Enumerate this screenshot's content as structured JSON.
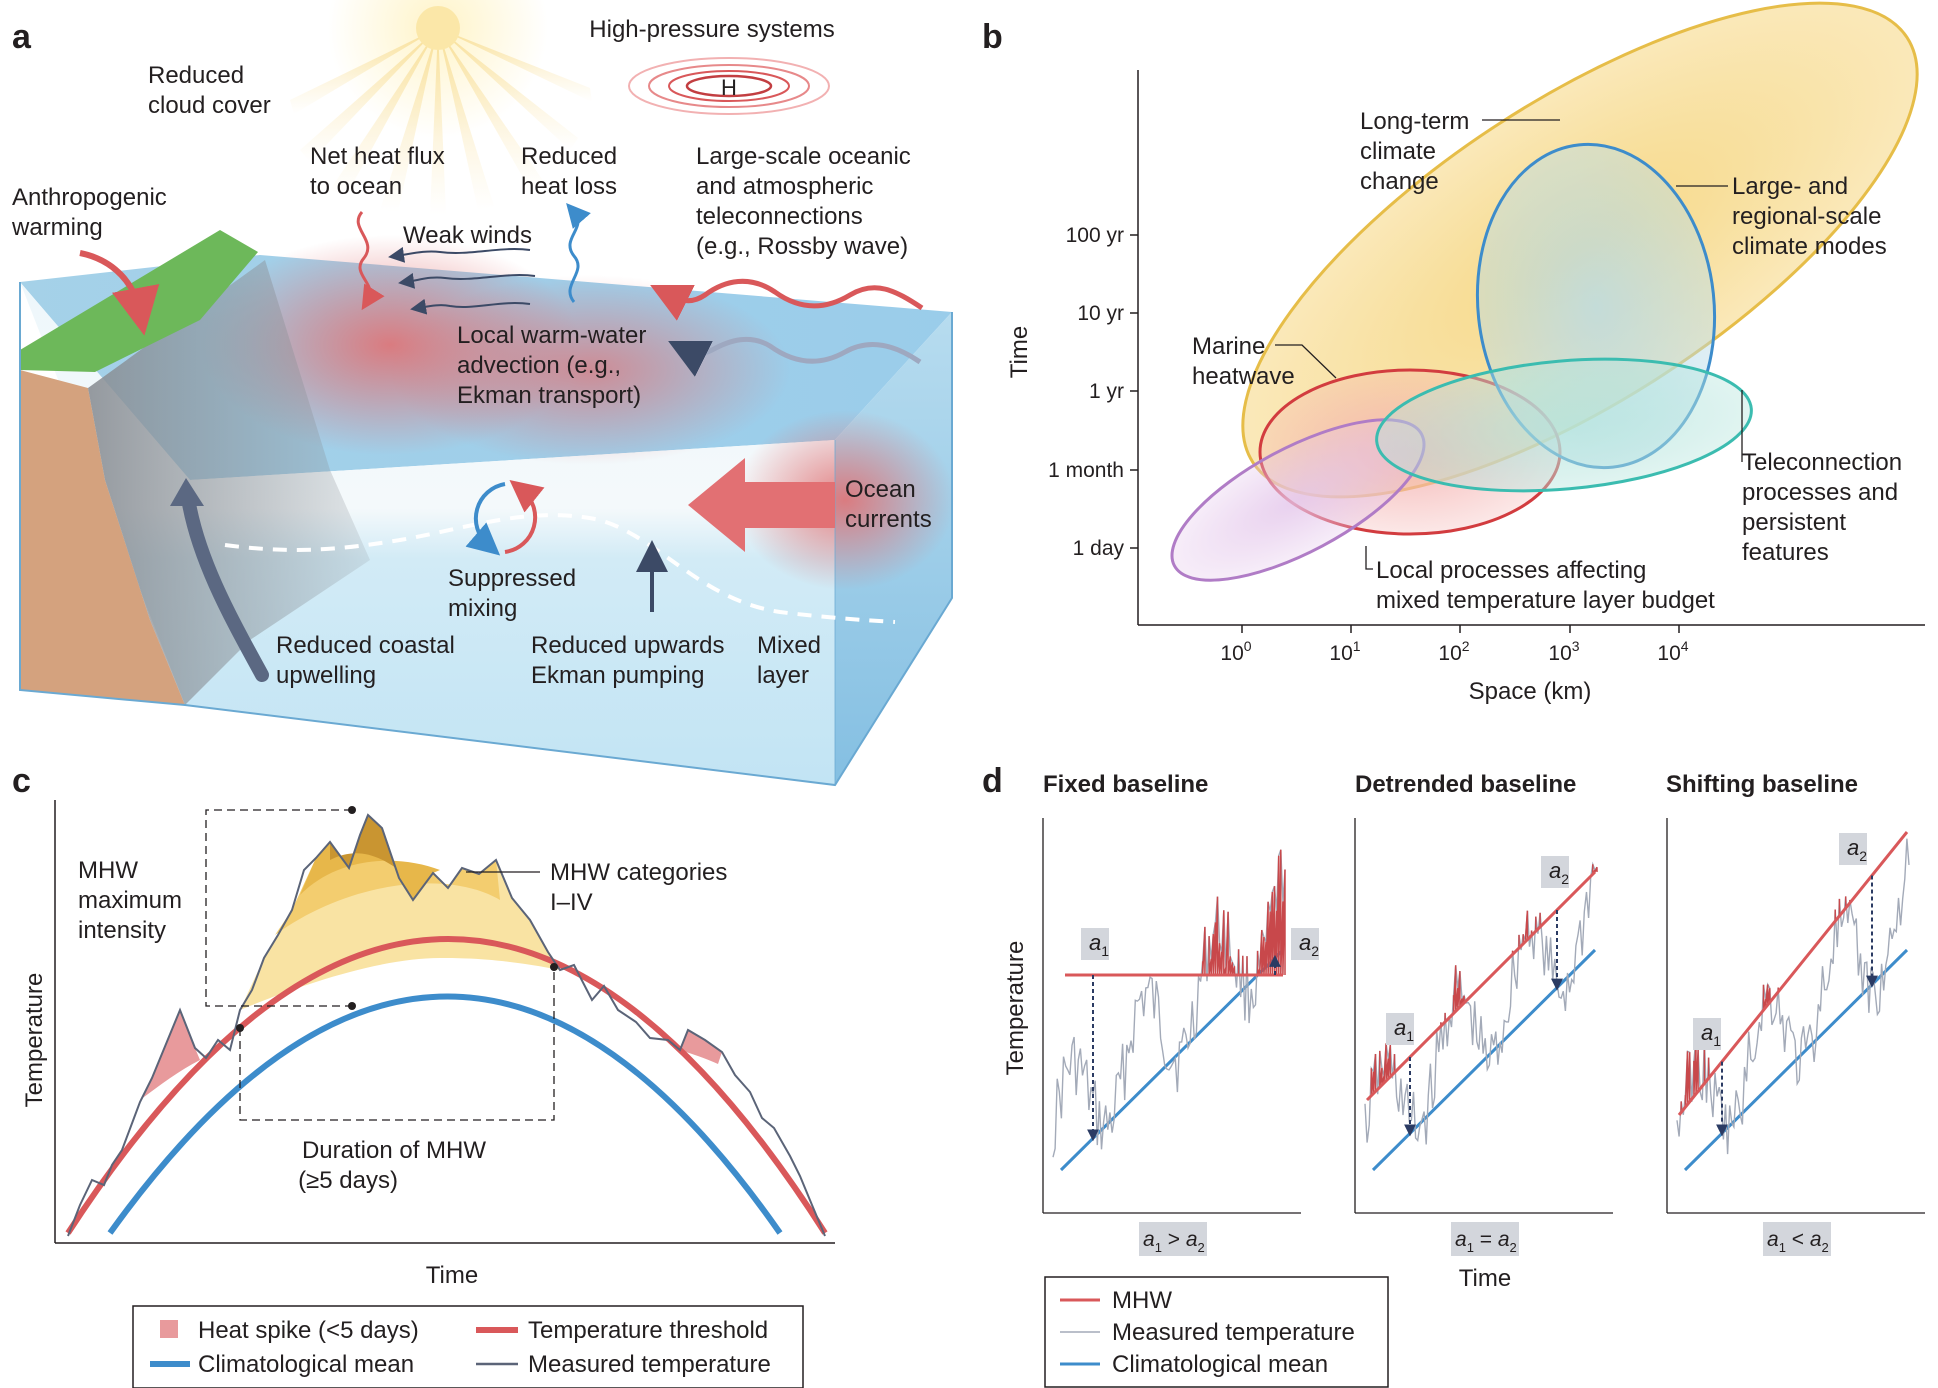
{
  "panels": {
    "a": {
      "letter": "a",
      "labels": {
        "reduced_cloud_1": "Reduced",
        "reduced_cloud_2": "cloud cover",
        "high_pressure": "High-pressure systems",
        "h_symbol": "H",
        "net_heat_1": "Net heat flux",
        "net_heat_2": "to ocean",
        "reduced_heat_1": "Reduced",
        "reduced_heat_2": "heat loss",
        "tele_1": "Large-scale oceanic",
        "tele_2": "and atmospheric",
        "tele_3": "teleconnections",
        "tele_4": "(e.g., Rossby wave)",
        "anthro_1": "Anthropogenic",
        "anthro_2": "warming",
        "weak_winds": "Weak winds",
        "advection_1": "Local warm-water",
        "advection_2": "advection (e.g.,",
        "advection_3": "Ekman transport)",
        "currents_1": "Ocean",
        "currents_2": "currents",
        "mixing_1": "Suppressed",
        "mixing_2": "mixing",
        "upwelling_1": "Reduced coastal",
        "upwelling_2": "upwelling",
        "pumping_1": "Reduced upwards",
        "pumping_2": "Ekman pumping",
        "mixed_1": "Mixed",
        "mixed_2": "layer"
      }
    },
    "b": {
      "letter": "b",
      "ylabel": "Time",
      "xlabel": "Space (km)",
      "yticks": [
        "100 yr",
        "10 yr",
        "1 yr",
        "1 month",
        "1 day"
      ],
      "xtick_base": "10",
      "xtick_exps": [
        "0",
        "1",
        "2",
        "3",
        "4"
      ],
      "labels": {
        "longterm_1": "Long-term",
        "longterm_2": "climate",
        "longterm_3": "change",
        "modes_1": "Large- and",
        "modes_2": "regional-scale",
        "modes_3": "climate modes",
        "mhw_1": "Marine",
        "mhw_2": "heatwave",
        "telecon_1": "Teleconnection",
        "telecon_2": "processes and",
        "telecon_3": "persistent",
        "telecon_4": "features",
        "local_1": "Local processes affecting",
        "local_2": "mixed temperature layer budget"
      }
    },
    "c": {
      "letter": "c",
      "ylabel": "Temperature",
      "xlabel": "Time",
      "labels": {
        "max_1": "MHW",
        "max_2": "maximum",
        "max_3": "intensity",
        "cat_1": "MHW categories",
        "cat_2": "I–IV",
        "dur_1": "Duration of MHW",
        "dur_2": "(≥5 days)"
      },
      "legend": [
        {
          "label": "Heat spike (<5 days)",
          "symbol": "square",
          "color": "#e89a9c"
        },
        {
          "label": "Temperature threshold",
          "symbol": "thick-line",
          "color": "#d9585a"
        },
        {
          "label": "Climatological mean",
          "symbol": "thick-line",
          "color": "#3d8ccb"
        },
        {
          "label": "Measured temperature",
          "symbol": "thin-line",
          "color": "#5b6478"
        }
      ]
    },
    "d": {
      "letter": "d",
      "ylabel": "Temperature",
      "xlabel": "Time",
      "subplots": [
        {
          "title": "Fixed baseline",
          "relation": ">"
        },
        {
          "title": "Detrended baseline",
          "relation": "="
        },
        {
          "title": "Shifting baseline",
          "relation": "<"
        }
      ],
      "a_letter": "a",
      "sub1": "1",
      "sub2": "2",
      "legend": [
        {
          "label": "MHW",
          "color": "#d9585a"
        },
        {
          "label": "Measured temperature",
          "color": "#a3aab8"
        },
        {
          "label": "Climatological mean",
          "color": "#3d8ccb"
        }
      ]
    }
  },
  "colors": {
    "threshold": "#d9585a",
    "mean": "#3d8ccb",
    "measured": "#5b6478",
    "mhw": "#c8484b",
    "land_green": "#6db85a",
    "land_brown": "#d4a27e",
    "ocean": "#bfe2f2",
    "longterm": "#f6d680",
    "modes": "#3d8ccb",
    "telecon": "#3bbcb0",
    "mhw_ellipse": "#d23c3f",
    "local": "#b07cc6"
  }
}
